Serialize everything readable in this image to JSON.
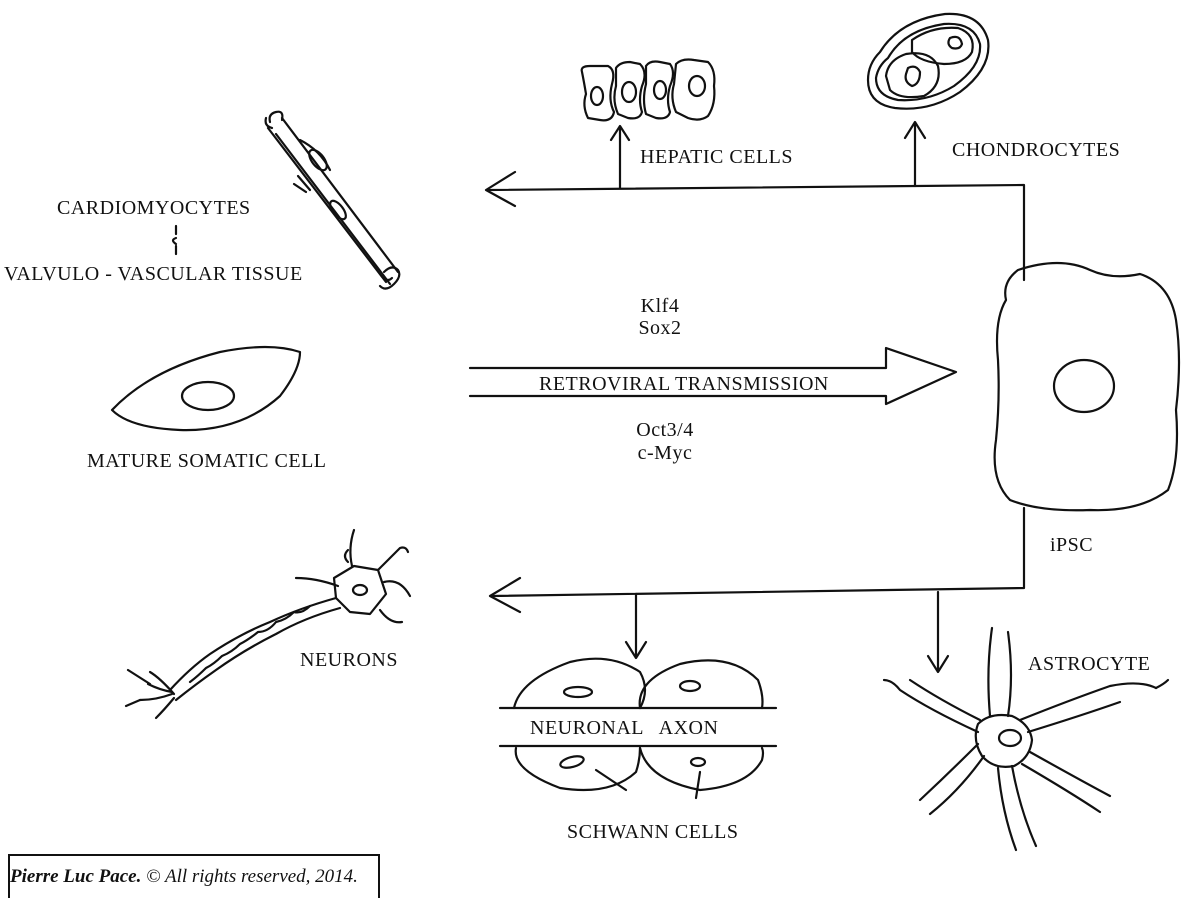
{
  "labels": {
    "hepatic": "HEPATIC CELLS",
    "chondrocytes": "CHONDROCYTES",
    "cardiomyocytes": "CARDIOMYOCYTES",
    "valvulo": "VALVULO - VASCULAR TISSUE",
    "klf4": "Klf4",
    "sox2": "Sox2",
    "retroviral": "RETROVIRAL TRANSMISSION",
    "oct": "Oct3/4",
    "cmyc": "c-Myc",
    "mature": "MATURE SOMATIC CELL",
    "ipsc": "iPSC",
    "neurons": "NEURONS",
    "astrocyte": "ASTROCYTE",
    "axon": "NEURONAL   AXON",
    "schwann": "SCHWANN CELLS"
  },
  "credit": {
    "author": "Pierre Luc Pace.",
    "rights": " © All rights reserved, 2014."
  }
}
